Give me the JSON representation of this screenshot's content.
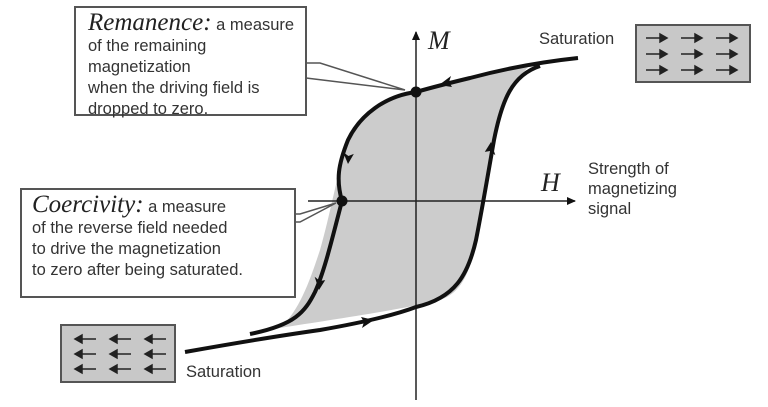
{
  "remanence": {
    "term": "Remanence:",
    "text_first": " a measure",
    "lines": [
      "of the remaining magnetization",
      "when the driving field is",
      "dropped to zero."
    ]
  },
  "coercivity": {
    "term": "Coercivity:",
    "text_first": " a measure",
    "lines": [
      "of the reverse field needed",
      "to drive the magnetization",
      "to zero after being saturated."
    ]
  },
  "axes": {
    "y_label": "M",
    "x_label": "H",
    "x_description": [
      "Strength of",
      "magnetizing",
      "signal"
    ]
  },
  "saturation_top": {
    "label": "Saturation",
    "arrow_direction": "right",
    "arrow_grid": "3x3"
  },
  "saturation_bottom": {
    "label": "Saturation",
    "arrow_direction": "left",
    "arrow_grid": "3x3"
  },
  "colors": {
    "loop_fill": "#cccccc",
    "curve": "#111111",
    "box_fill": "#c8c8c8",
    "text": "#333333"
  }
}
